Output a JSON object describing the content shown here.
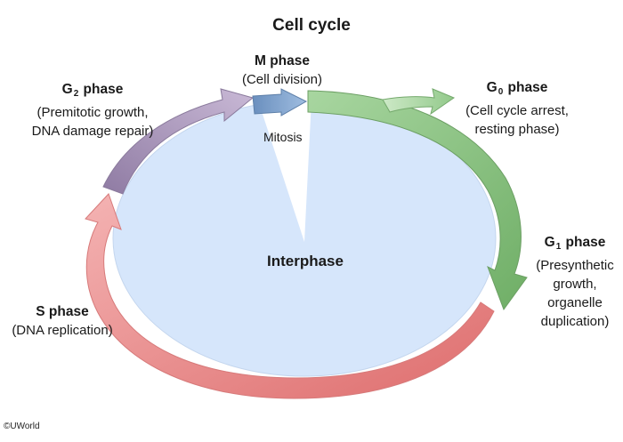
{
  "title": "Cell cycle",
  "phases": {
    "m": {
      "head": "M phase",
      "desc": [
        "(Cell division)"
      ]
    },
    "g2": {
      "letter": "G",
      "sub": "2",
      "suffix": " phase",
      "desc": [
        "(Premitotic growth,",
        "DNA damage repair)"
      ]
    },
    "g0": {
      "letter": "G",
      "sub": "0",
      "suffix": " phase",
      "desc": [
        "(Cell cycle arrest,",
        "resting phase)"
      ]
    },
    "g1": {
      "letter": "G",
      "sub": "1",
      "suffix": " phase",
      "desc": [
        "(Presynthetic",
        "growth,",
        "organelle",
        "duplication)"
      ]
    },
    "s": {
      "head": "S phase",
      "desc": [
        "(DNA replication)"
      ]
    }
  },
  "center": {
    "mitosis": "Mitosis",
    "interphase": "Interphase"
  },
  "copyright": "©UWorld",
  "colors": {
    "interphase_fill": "#d6e6fb",
    "m_arrow": "#7fa3cf",
    "g2_arrow": "#a48fb3",
    "g0_arrow": "#9ccf94",
    "g1_arrow": "#8cc383",
    "s_arrow": "#ef9a9a",
    "mitosis_wedge": "#ffffff"
  }
}
